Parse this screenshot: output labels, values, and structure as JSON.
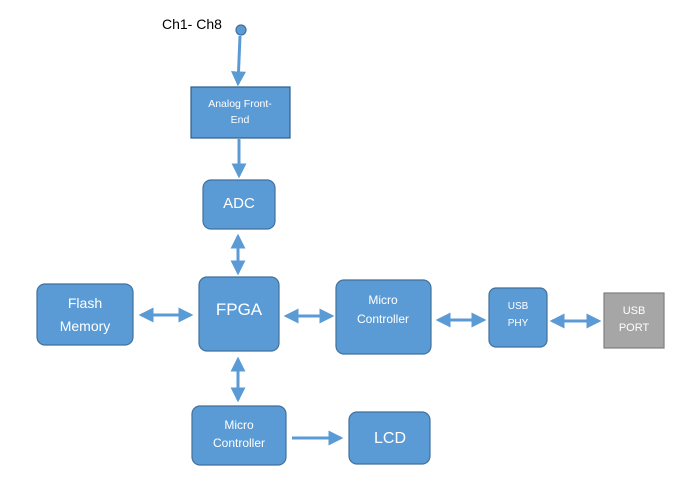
{
  "input_label": "Ch1- Ch8",
  "blocks": {
    "afe": {
      "line1": "Analog Front-",
      "line2": "End"
    },
    "adc": {
      "label": "ADC"
    },
    "fpga": {
      "label": "FPGA"
    },
    "flash": {
      "line1": "Flash",
      "line2": "Memory"
    },
    "mcu1": {
      "line1": "Micro",
      "line2": "Controller"
    },
    "usbphy": {
      "line1": "USB",
      "line2": "PHY"
    },
    "usbport": {
      "line1": "USB",
      "line2": "PORT"
    },
    "mcu2": {
      "line1": "Micro",
      "line2": "Controller"
    },
    "lcd": {
      "label": "LCD"
    }
  },
  "colors": {
    "block_fill": "#5b9bd5",
    "block_stroke": "#41719c",
    "port_fill": "#a6a6a6",
    "connector": "#5b9bd5"
  }
}
